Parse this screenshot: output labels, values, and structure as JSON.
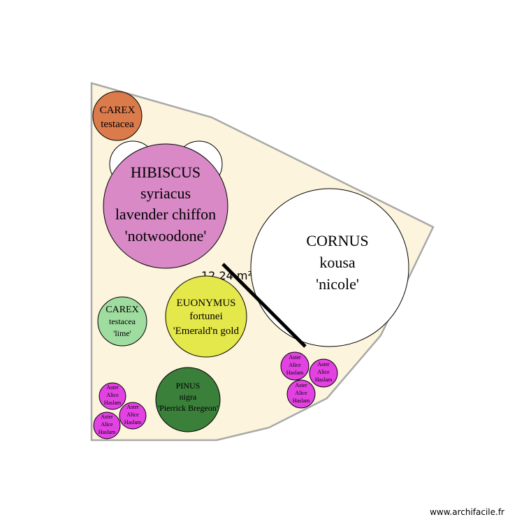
{
  "area_label": "12,24 m²",
  "watermark": "www.archifacile.fr",
  "colors": {
    "bed_fill": "#fcf4dc",
    "bed_outline": "#a9a9a9",
    "carex_orange": "#db7b4b",
    "hibiscus": "#d889c6",
    "cornus": "#ffffff",
    "carex_lime": "#9fdc9f",
    "euonymus": "#e4e84a",
    "pinus": "#3a7f3a",
    "aster": "#e342e3"
  },
  "plants": [
    {
      "id": "carex-testacea",
      "lines": [
        "CAREX",
        "testacea"
      ]
    },
    {
      "id": "hibiscus",
      "lines": [
        "HIBISCUS",
        "syriacus",
        "lavender chiffon",
        "'notwoodone'"
      ]
    },
    {
      "id": "cornus",
      "lines": [
        "CORNUS",
        "kousa",
        "'nicole'"
      ]
    },
    {
      "id": "carex-lime",
      "lines": [
        "CAREX",
        "testacea",
        "'lime'"
      ]
    },
    {
      "id": "euonymus",
      "lines": [
        "EUONYMUS",
        "fortunei",
        "'Emerald'n gold"
      ]
    },
    {
      "id": "pinus",
      "lines": [
        "PINUS",
        "nigra",
        "'Pierrick Bregeon'"
      ]
    },
    {
      "id": "aster-1",
      "lines": [
        "Aster",
        "Alice",
        "Haslam"
      ]
    },
    {
      "id": "aster-2",
      "lines": [
        "Aster",
        "Alice",
        "Haslam"
      ]
    },
    {
      "id": "aster-3",
      "lines": [
        "Aster",
        "Alice",
        "Haslam"
      ]
    },
    {
      "id": "aster-4",
      "lines": [
        "Aster",
        "Alice",
        "Haslam"
      ]
    },
    {
      "id": "aster-5",
      "lines": [
        "Aster",
        "Alice",
        "Haslam"
      ]
    },
    {
      "id": "aster-6",
      "lines": [
        "Aster",
        "Alice",
        "Haslam"
      ]
    }
  ]
}
